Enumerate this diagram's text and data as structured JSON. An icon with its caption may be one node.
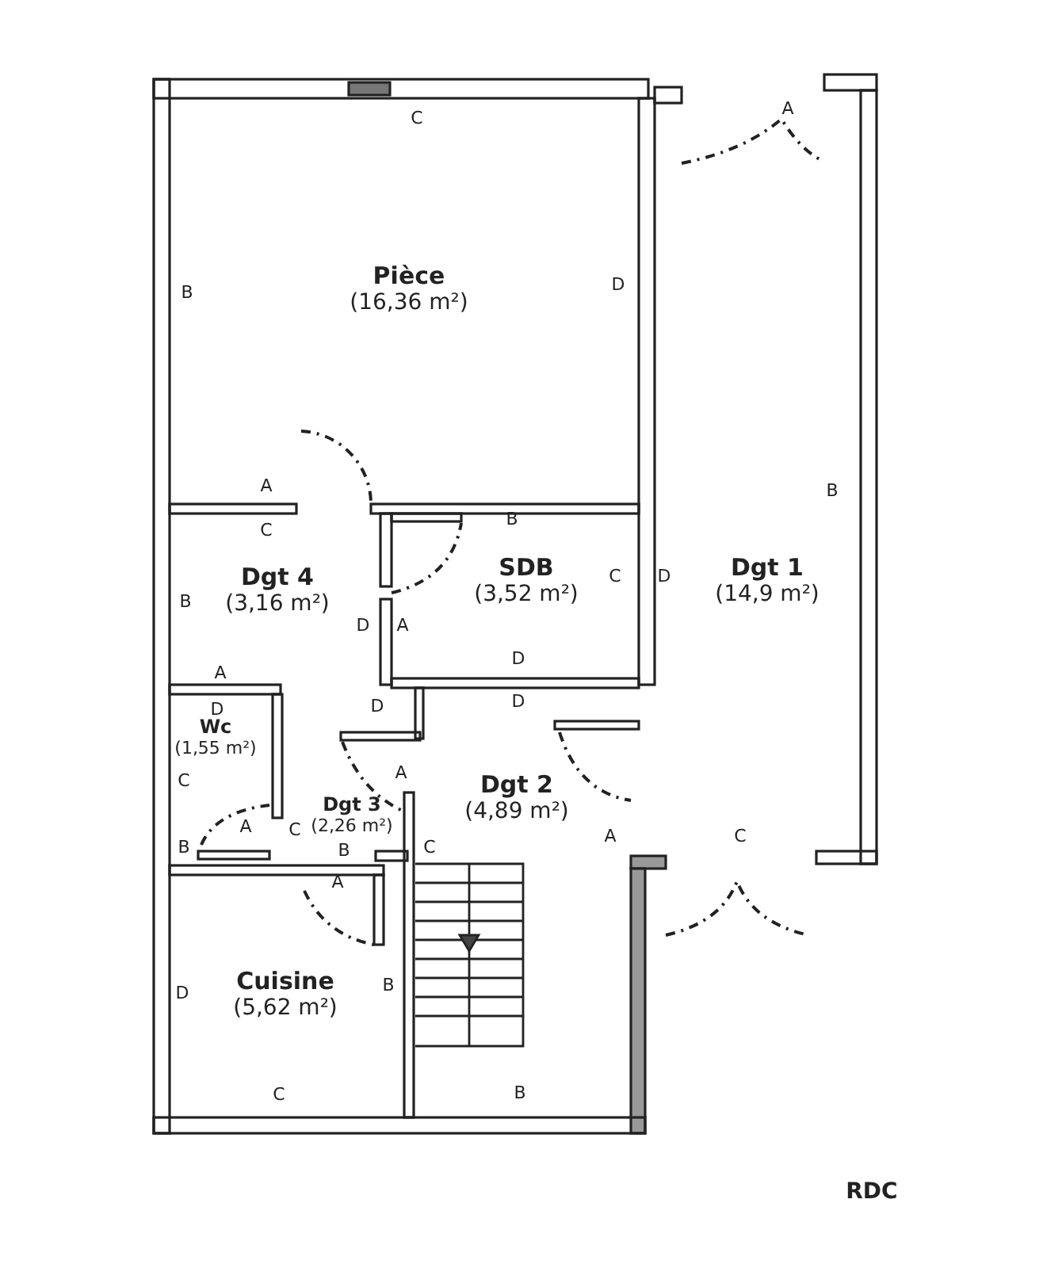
{
  "diagram": {
    "nodes": [
      {
        "text": [
          "Pièce",
          "(16,36 m²)"
        ]
      },
      {
        "text": [
          "Dgt 1",
          "(14,9 m²)"
        ]
      },
      {
        "text": [
          "Dgt 4",
          "(3,16 m²)"
        ]
      },
      {
        "text": [
          "SDB",
          "(3,52 m²)"
        ]
      },
      {
        "text": [
          "Wc",
          "(1,55 m²)"
        ]
      },
      {
        "text": [
          "Dgt 2",
          "(4,89 m²)"
        ]
      },
      {
        "text": [
          "Dgt 3",
          "(2,26 m²)"
        ]
      },
      {
        "text": [
          "Cuisine",
          "(5,62 m²)"
        ]
      }
    ],
    "labels": [
      "C",
      "A",
      "B",
      "D",
      "A",
      "B",
      "C",
      "B",
      "C",
      "D",
      "B",
      "D",
      "A",
      "D",
      "A",
      "D",
      "D",
      "D",
      "C",
      "A",
      "A",
      "C",
      "A",
      "C",
      "B",
      "B",
      "C",
      "A",
      "D",
      "B",
      "C",
      "B",
      "RDC"
    ]
  }
}
